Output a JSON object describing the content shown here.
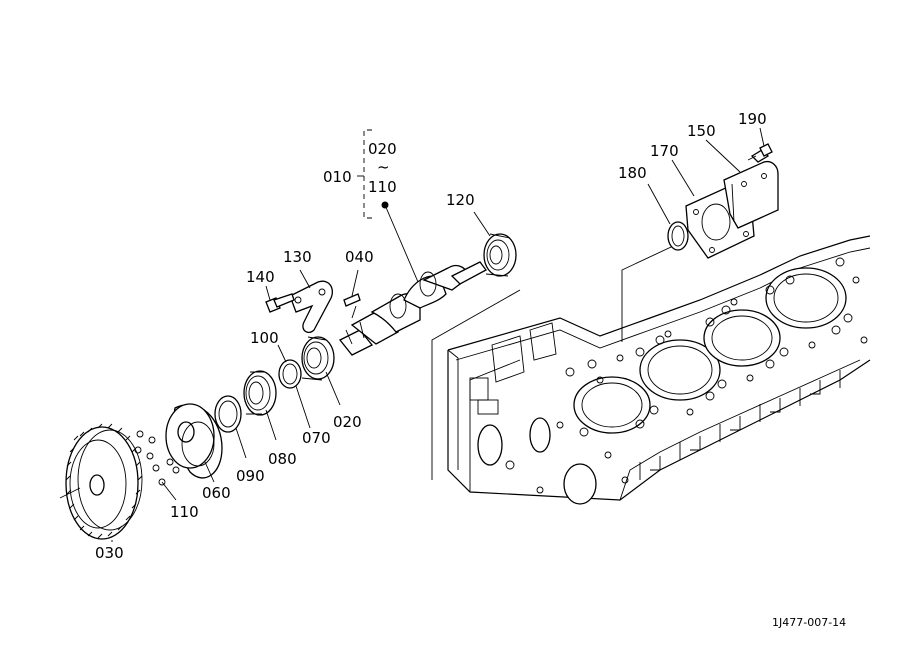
{
  "diagram": {
    "group": {
      "id": "010",
      "range_start": "020",
      "range_sep": "~",
      "range_end": "110"
    },
    "parts": [
      {
        "key": "p030",
        "label": "030"
      },
      {
        "key": "p110b",
        "label": "110"
      },
      {
        "key": "p060",
        "label": "060"
      },
      {
        "key": "p090",
        "label": "090"
      },
      {
        "key": "p080",
        "label": "080"
      },
      {
        "key": "p070",
        "label": "070"
      },
      {
        "key": "p020",
        "label": "020"
      },
      {
        "key": "p100",
        "label": "100"
      },
      {
        "key": "p140",
        "label": "140"
      },
      {
        "key": "p130",
        "label": "130"
      },
      {
        "key": "p040",
        "label": "040"
      },
      {
        "key": "p120",
        "label": "120"
      },
      {
        "key": "p180",
        "label": "180"
      },
      {
        "key": "p170",
        "label": "170"
      },
      {
        "key": "p150",
        "label": "150"
      },
      {
        "key": "p190",
        "label": "190"
      }
    ],
    "drawing_number": "1J477-007-14"
  }
}
